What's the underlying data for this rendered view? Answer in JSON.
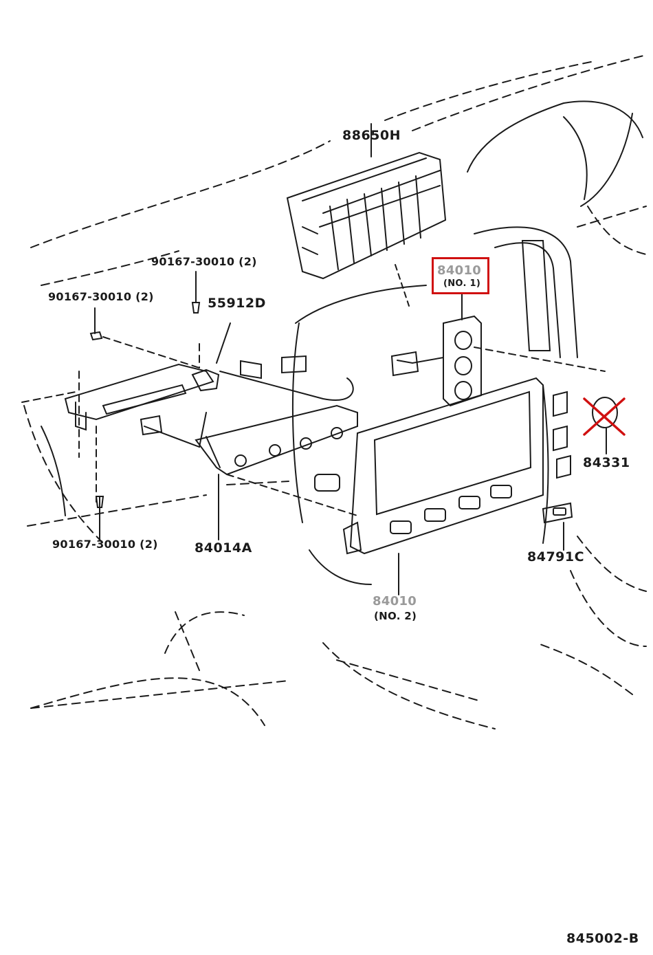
{
  "parts": {
    "p88650h": "88650H",
    "p84010_no1_num": "84010",
    "p84010_no1_sub": "(NO. 1)",
    "p90167_top_right": "90167-30010 (2)",
    "p90167_top_left": "90167-30010 (2)",
    "p55912d": "55912D",
    "p84331": "84331",
    "p90167_bottom": "90167-30010 (2)",
    "p84014a": "84014A",
    "p84791c": "84791C",
    "p84010_no2_num": "84010",
    "p84010_no2_sub": "(NO. 2)"
  },
  "diagram_code": "845002-B",
  "colors": {
    "line": "#1a1a1a",
    "highlight": "#d01010",
    "faded_label": "#9a9a9a"
  },
  "annotations": {
    "highlighted_part": "84010 (NO. 1)",
    "crossed_out_part": "84331"
  }
}
